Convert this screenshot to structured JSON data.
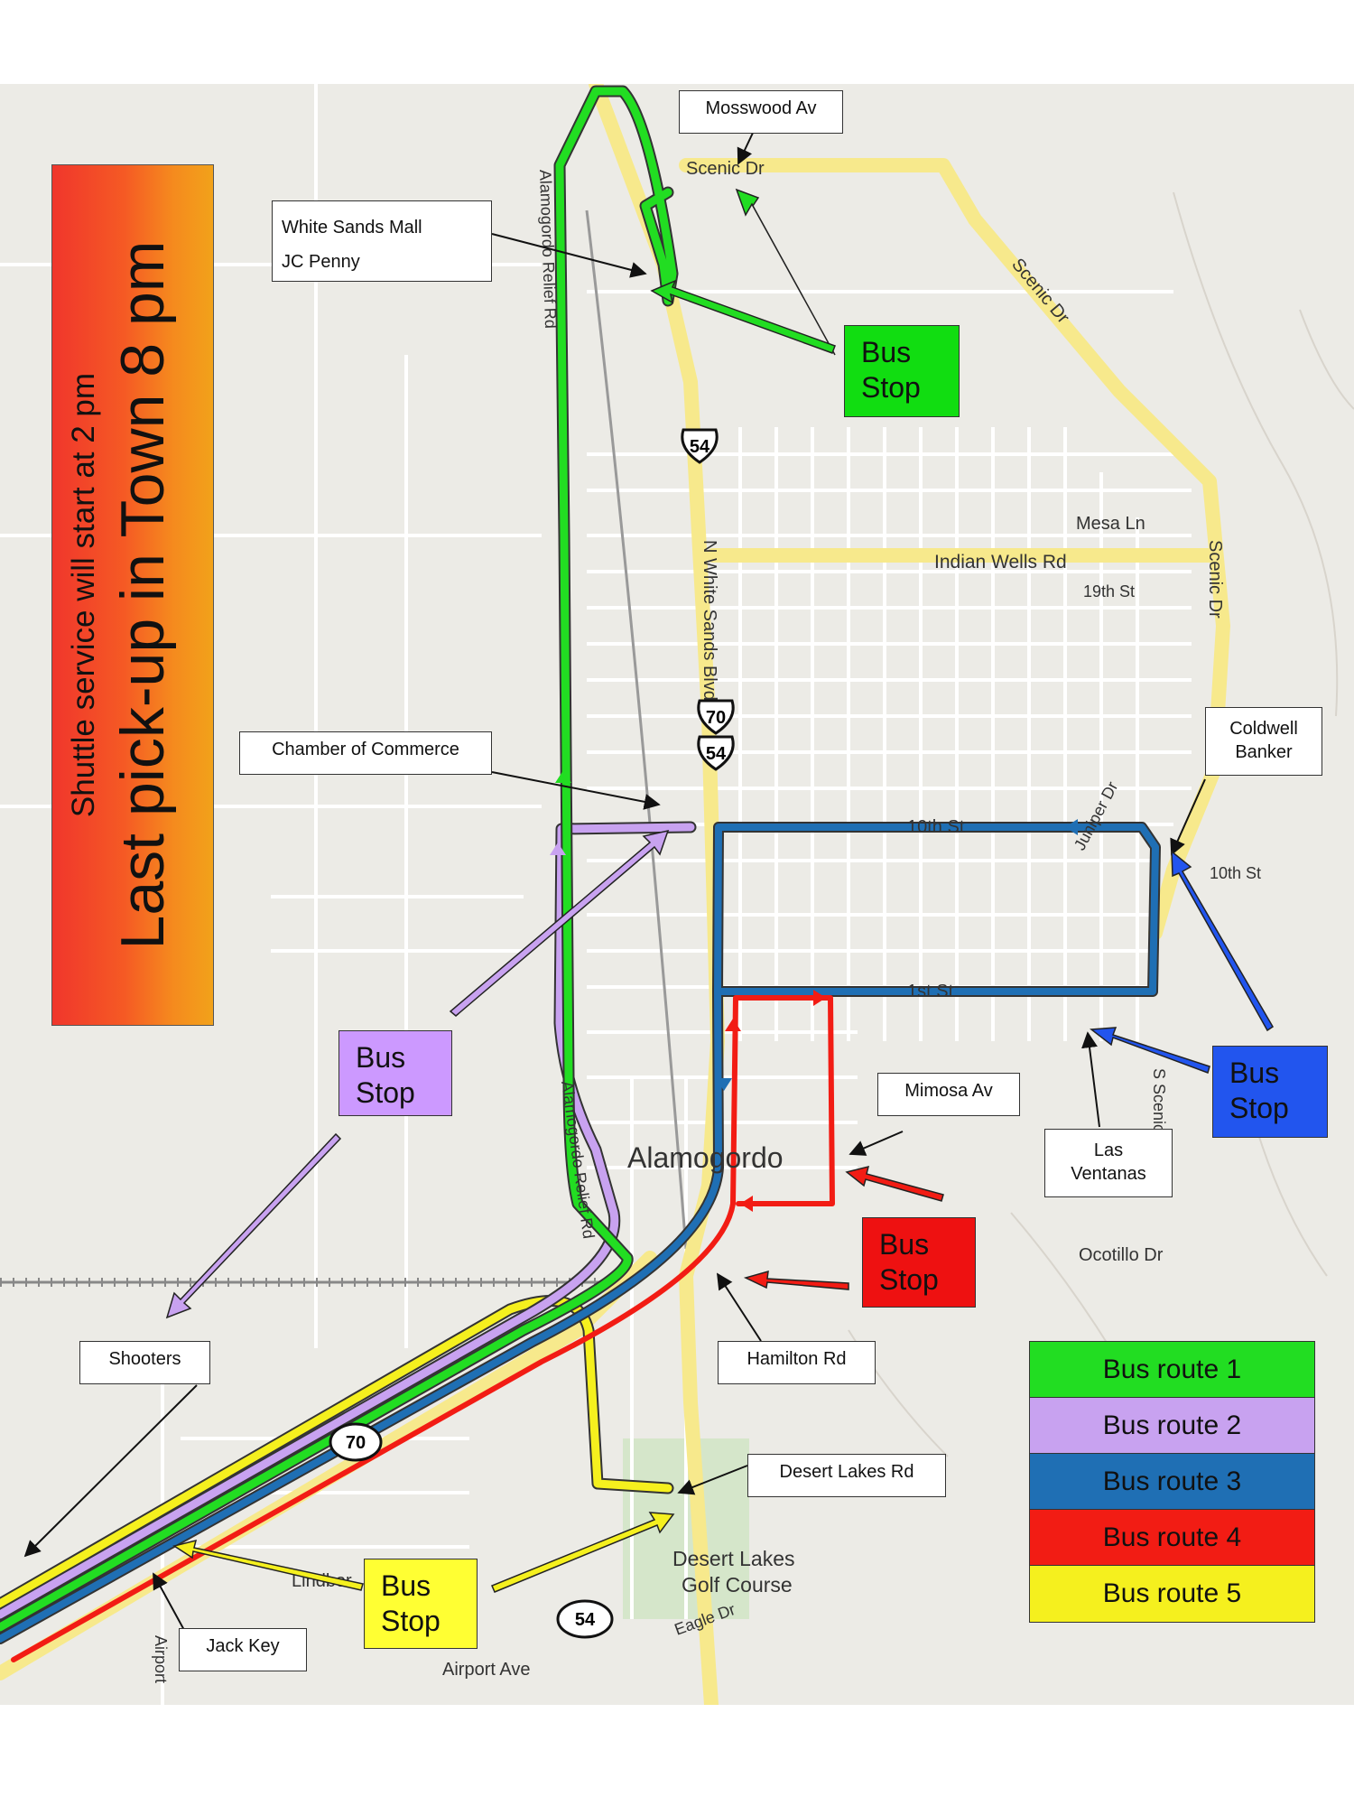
{
  "banner": {
    "sub": "Shuttle service will start at 2 pm",
    "main": "Last pick-up in Town 8 pm"
  },
  "callouts": {
    "mosswood": "Mosswood Av",
    "mall_line1": "White Sands Mall",
    "mall_line2": "JC Penny",
    "chamber": "Chamber of Commerce",
    "coldwell_line1": "Coldwell",
    "coldwell_line2": "Banker",
    "mimosa": "Mimosa Av",
    "las_line1": "Las",
    "las_line2": "Ventanas",
    "hamilton": "Hamilton Rd",
    "shooters": "Shooters",
    "desert_lakes": "Desert Lakes Rd",
    "jack_key": "Jack Key"
  },
  "bus_stop": {
    "line1": "Bus",
    "line2": "Stop"
  },
  "map_labels": {
    "scenic_dr": "Scenic Dr",
    "mesa_ln": "Mesa Ln",
    "indian_wells": "Indian Wells Rd",
    "nineteenth": "19th St",
    "tenth": "10th St",
    "tenth_east": "10th St",
    "first": "1st St",
    "n_white_sands": "N White Sands Blvd",
    "relief_rd": "Alamogordo Relief Rd",
    "juniper": "Juniper Dr",
    "s_scenic": "S Scenic",
    "ocotillo": "Ocotillo Dr",
    "alamogordo": "Alamogordo",
    "desert_lakes_golf_1": "Desert Lakes",
    "desert_lakes_golf_2": "Golf Course",
    "eagle_dr": "Eagle Dr",
    "airport_ave": "Airport Ave",
    "airport": "Airport",
    "lindbergh": "Lindber",
    "hwy54": "54",
    "hwy70": "70"
  },
  "legend": [
    {
      "label": "Bus route 1",
      "color": "#22dd22"
    },
    {
      "label": "Bus route 2",
      "color": "#c8a2f0"
    },
    {
      "label": "Bus route 3",
      "color": "#1f6fb4"
    },
    {
      "label": "Bus route 4",
      "color": "#f21c14"
    },
    {
      "label": "Bus route 5",
      "color": "#f5f01e"
    }
  ],
  "colors": {
    "route1": "#22dd22",
    "route2": "#c8a2f0",
    "route3": "#1f6fb4",
    "route4": "#f21c14",
    "route5": "#f5f01e",
    "stop_green": "#11dd11",
    "stop_purple": "#cc99ff",
    "stop_blue": "#2255ee",
    "stop_red": "#ee1111",
    "stop_yellow": "#ffff33",
    "map_bg": "#ecebe6",
    "road_major": "#f7e98c"
  }
}
